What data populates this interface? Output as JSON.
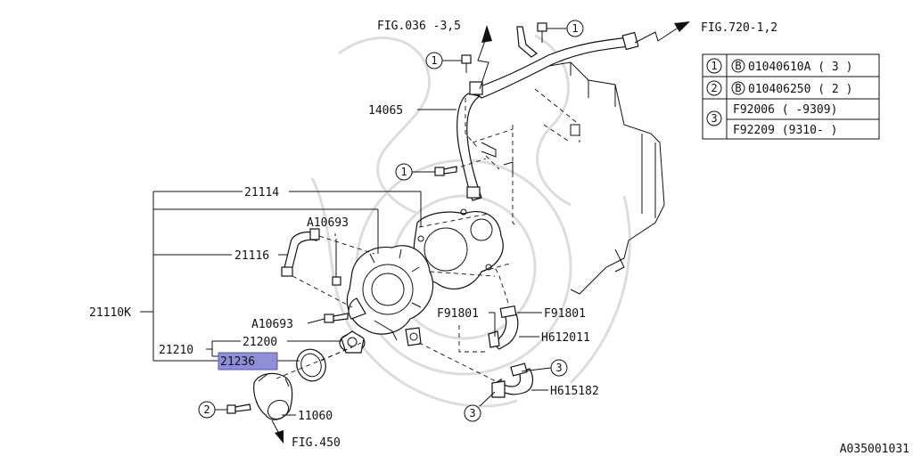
{
  "figure_code": "A035001031",
  "figure_refs": {
    "fig_036": "FIG.036 -3,5",
    "fig_720": "FIG.720-1,2",
    "fig_450": "FIG.450"
  },
  "part_labels": {
    "p14065": "14065",
    "p21114": "21114",
    "pA10693_top": "A10693",
    "p21116": "21116",
    "p21110K": "21110K",
    "pA10693_bot": "A10693",
    "p21210": "21210",
    "p21200": "21200",
    "p21236": "21236",
    "p11060": "11060",
    "pF91801_l": "F91801",
    "pF91801_r": "F91801",
    "pH612011": "H612011",
    "pH615182": "H615182"
  },
  "callouts": {
    "c1": "1",
    "c2": "2",
    "c3": "3"
  },
  "legend": {
    "rows": [
      {
        "num": "1",
        "circ": "B",
        "text": "01040610A ( 3 )"
      },
      {
        "num": "2",
        "circ": "B",
        "text": "010406250 ( 2 )"
      },
      {
        "num": "3",
        "circ": "",
        "text": "F92006 ( -9309)"
      },
      {
        "num": "",
        "circ": "",
        "text": "F92209 (9310- )"
      }
    ]
  },
  "colors": {
    "highlight": "#8f8fd8",
    "line": "#111111"
  }
}
